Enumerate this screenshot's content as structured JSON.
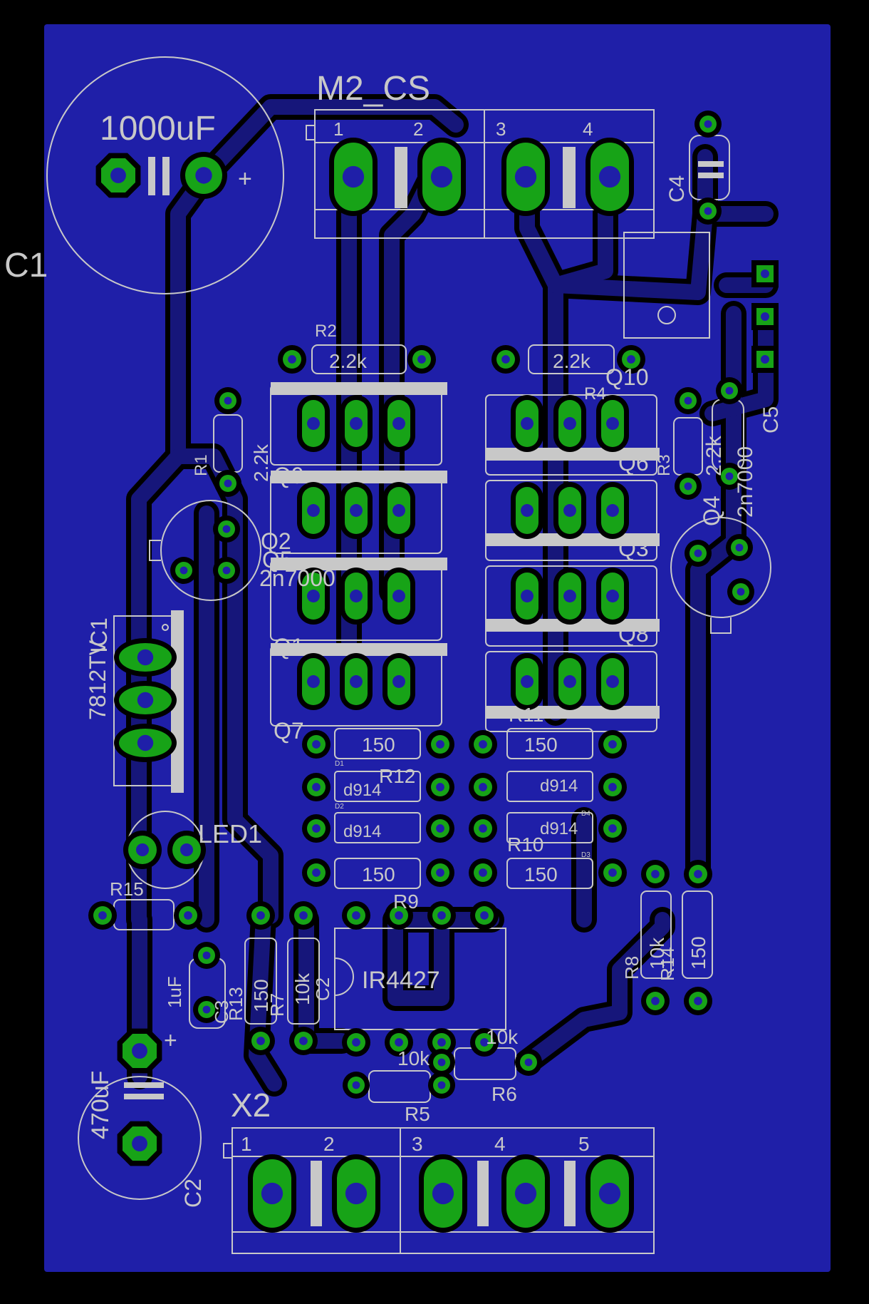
{
  "colors": {
    "background": "#000000",
    "copper_fill": "#1f1fa8",
    "trace": "#16167a",
    "clearance": "#000000",
    "pad": "#17a317",
    "drill": "#1f1fa8",
    "silk": "#c8c8c8"
  },
  "labels": {
    "m2cs_name": "M2_CS",
    "m2cs_p1": "1",
    "m2cs_p2": "2",
    "m2cs_p3": "3",
    "m2cs_p4": "4",
    "c1_name": "C1",
    "c1_value": "1000uF",
    "c1_plus": "+",
    "c4_name": "C4",
    "c5_name": "C5",
    "c5_value": "2n7000",
    "r2_name": "R2",
    "r2_value": "2.2k",
    "r4_name": "R4",
    "r4_value": "2.2k",
    "q10": "Q10",
    "r1_name": "R1",
    "r1_value": "2.2k",
    "q9": "Q9",
    "q6": "Q6",
    "r3_name": "R3",
    "r3_value": "2.2k",
    "q4": "Q4",
    "q2": "Q2",
    "q5": "Q5",
    "q2_value": "2n7000",
    "q3": "Q3",
    "ic1_name": "IC1",
    "ic1_value": "7812TV",
    "q1": "Q1",
    "q8": "Q8",
    "q7": "Q7",
    "r11": "R11",
    "r12": "R12",
    "r10": "R10",
    "r9": "R9",
    "res_150": "150",
    "diode_d914": "d914",
    "d1": "D1",
    "d2": "D2",
    "d3": "D3",
    "d4": "D4",
    "led1": "LED1",
    "r15": "R15",
    "c3_name": "C3",
    "c3_value": "1uF",
    "r13": "R13",
    "r13_value": "150",
    "r7": "R7",
    "r7_value": "10k",
    "c2_small": "C2",
    "ir4427": "IR4427",
    "r8": "R8",
    "r8_value": "10k",
    "r14": "R14",
    "r14_value": "150",
    "r6_name": "R6",
    "r6_value": "10k",
    "r5_name": "R5",
    "r5_value": "10k",
    "c2_name": "C2",
    "c2_value": "470uF",
    "c2_plus": "+",
    "x2_name": "X2",
    "x2_p1": "1",
    "x2_p2": "2",
    "x2_p3": "3",
    "x2_p4": "4",
    "x2_p5": "5"
  }
}
